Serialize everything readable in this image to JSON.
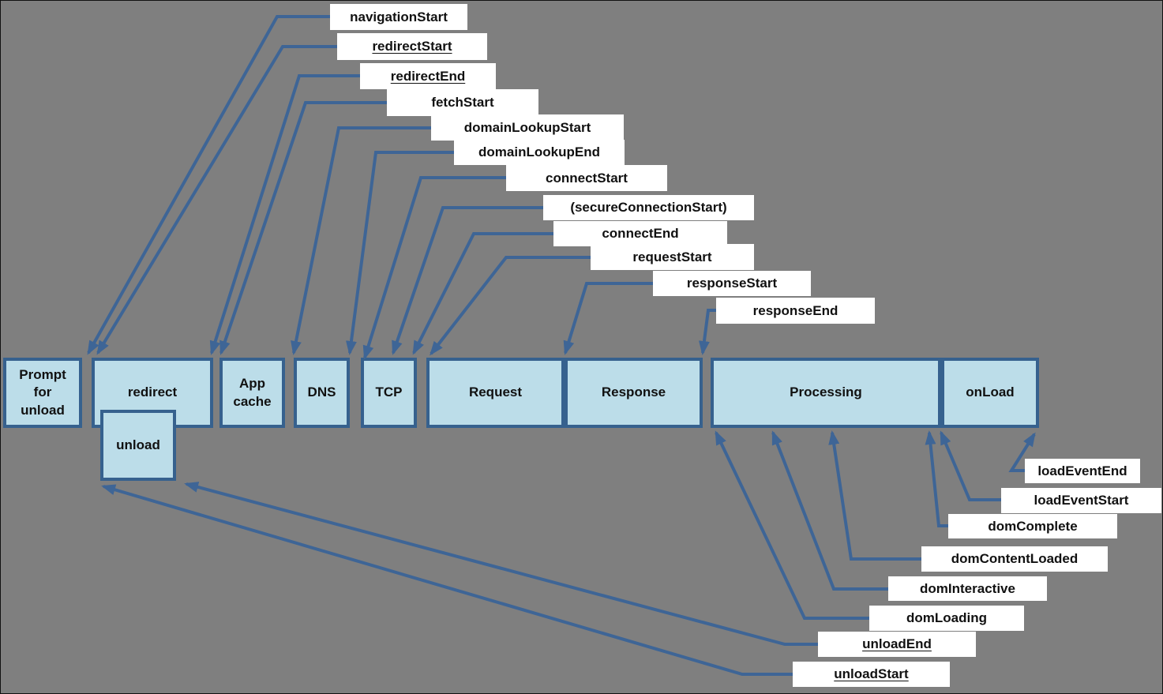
{
  "colors": {
    "background": "#7f7f7f",
    "box_fill": "#bcdde9",
    "box_border": "#36618e",
    "arrow": "#3e6596",
    "label_background": "#ffffff",
    "text": "#111111"
  },
  "timeline_boxes": [
    {
      "id": "prompt-for-unload",
      "label": "Prompt\nfor\nunload"
    },
    {
      "id": "redirect",
      "label": "redirect"
    },
    {
      "id": "unload",
      "label": "unload"
    },
    {
      "id": "app-cache",
      "label": "App\ncache"
    },
    {
      "id": "dns",
      "label": "DNS"
    },
    {
      "id": "tcp",
      "label": "TCP"
    },
    {
      "id": "request",
      "label": "Request"
    },
    {
      "id": "response",
      "label": "Response"
    },
    {
      "id": "processing",
      "label": "Processing"
    },
    {
      "id": "onload",
      "label": "onLoad"
    }
  ],
  "event_labels": [
    {
      "id": "navigationStart",
      "text": "navigationStart",
      "underline": false
    },
    {
      "id": "redirectStart",
      "text": "redirectStart",
      "underline": true
    },
    {
      "id": "redirectEnd",
      "text": "redirectEnd",
      "underline": true
    },
    {
      "id": "fetchStart",
      "text": "fetchStart",
      "underline": false
    },
    {
      "id": "domainLookupStart",
      "text": "domainLookupStart",
      "underline": false
    },
    {
      "id": "domainLookupEnd",
      "text": "domainLookupEnd",
      "underline": false
    },
    {
      "id": "connectStart",
      "text": "connectStart",
      "underline": false
    },
    {
      "id": "secureConnectionStart",
      "text": "(secureConnectionStart)",
      "underline": false
    },
    {
      "id": "connectEnd",
      "text": "connectEnd",
      "underline": false
    },
    {
      "id": "requestStart",
      "text": "requestStart",
      "underline": false
    },
    {
      "id": "responseStart",
      "text": "responseStart",
      "underline": false
    },
    {
      "id": "responseEnd",
      "text": "responseEnd",
      "underline": false
    },
    {
      "id": "loadEventEnd",
      "text": "loadEventEnd",
      "underline": false
    },
    {
      "id": "loadEventStart",
      "text": "loadEventStart",
      "underline": false
    },
    {
      "id": "domComplete",
      "text": "domComplete",
      "underline": false
    },
    {
      "id": "domContentLoaded",
      "text": "domContentLoaded",
      "underline": false
    },
    {
      "id": "domInteractive",
      "text": "domInteractive",
      "underline": false
    },
    {
      "id": "domLoading",
      "text": "domLoading",
      "underline": false
    },
    {
      "id": "unloadEnd",
      "text": "unloadEnd",
      "underline": true
    },
    {
      "id": "unloadStart",
      "text": "unloadStart",
      "underline": true
    }
  ]
}
